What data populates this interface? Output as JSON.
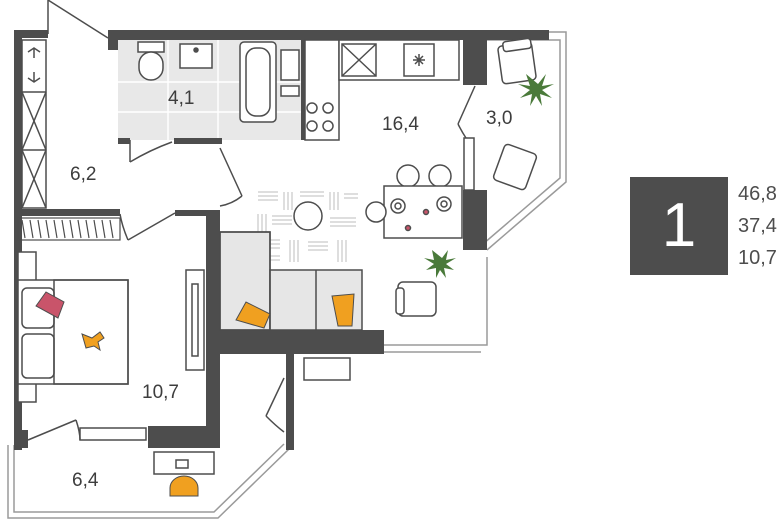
{
  "rooms": [
    {
      "id": "bathroom",
      "label": "4,1"
    },
    {
      "id": "hallway",
      "label": "6,2"
    },
    {
      "id": "kitchen-living",
      "label": "16,4"
    },
    {
      "id": "balcony-kitchen",
      "label": "3,0"
    },
    {
      "id": "bedroom",
      "label": "10,7"
    },
    {
      "id": "balcony-bedroom",
      "label": "6,4"
    }
  ],
  "summary": {
    "rooms_count": "1",
    "total_area": "46,8",
    "living_area": "37,4",
    "bedroom_area": "10,7"
  },
  "colors": {
    "wall": "#4d4d4d",
    "bathroom_floor": "#e8e8e8",
    "sofa": "#e6e6e6",
    "plant": "#4a7a3a",
    "pillow_orange": "#f0a020",
    "pillow_red": "#c9546a"
  }
}
